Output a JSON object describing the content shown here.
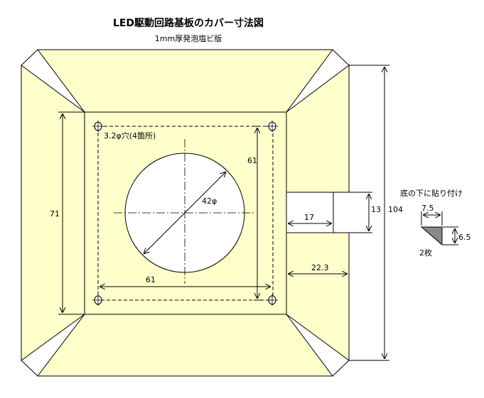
{
  "title": "LED駆動回路基板のカバー寸法図",
  "subtitle": "1mm厚発泡塩ビ版",
  "colors": {
    "panel": "#FFFFCC",
    "stroke": "#000000",
    "triangle": "#888888"
  },
  "labels": {
    "hole_note": "3.2φ穴(4箇所)",
    "circle_dia": "42φ",
    "dim_61_vertical": "61",
    "dim_61_horizontal": "61",
    "dim_71": "71",
    "dim_17": "17",
    "dim_22_3": "22.3",
    "dim_13": "13",
    "dim_104": "104",
    "attach_note": "底の下に貼り付け",
    "dim_7_5": "7.5",
    "dim_6_5": "6.5",
    "piece_count": "2枚"
  }
}
